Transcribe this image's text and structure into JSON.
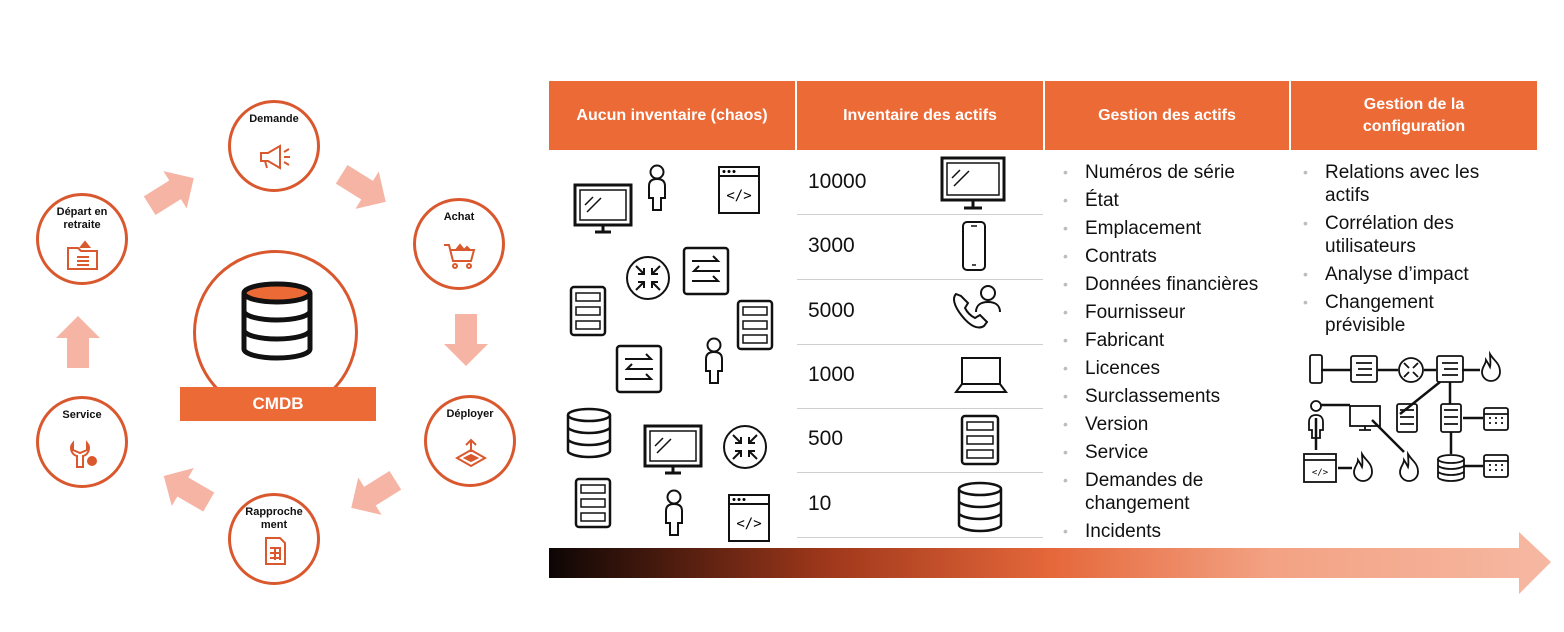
{
  "cycle": {
    "center_label": "CMDB",
    "stages": [
      {
        "label": "Demande",
        "icon": "megaphone-icon"
      },
      {
        "label": "Achat",
        "icon": "cart-icon"
      },
      {
        "label": "Déployer",
        "icon": "deploy-icon"
      },
      {
        "label": "Rapproche ment",
        "icon": "report-icon"
      },
      {
        "label": "Service",
        "icon": "service-icon"
      },
      {
        "label": "Départ en retraite",
        "icon": "retire-folder-icon"
      }
    ]
  },
  "table": {
    "headers": [
      "Aucun inventaire (chaos)",
      "Inventaire des actifs",
      "Gestion des actifs",
      "Gestion de la configuration"
    ],
    "inventory": [
      {
        "count": "10000",
        "icon": "monitor-icon"
      },
      {
        "count": "3000",
        "icon": "phone-icon"
      },
      {
        "count": "5000",
        "icon": "support-call-icon"
      },
      {
        "count": "1000",
        "icon": "laptop-icon"
      },
      {
        "count": "500",
        "icon": "server-icon"
      },
      {
        "count": "10",
        "icon": "database-icon"
      }
    ],
    "asset_management": [
      "Numéros de série",
      "État",
      "Emplacement",
      "Contrats",
      "Données financières",
      "Fournisseur",
      "Fabricant",
      "Licences",
      "Surclassements",
      "Version",
      "Service",
      "Demandes de changement",
      "Incidents"
    ],
    "configuration_management": [
      "Relations avec les actifs",
      "Corrélation des utilisateurs",
      "Analyse d’impact",
      "Changement prévisible"
    ]
  },
  "colors": {
    "accent": "#ec6a36",
    "ring": "#d9582e",
    "arrow": "#f6b4a4"
  }
}
